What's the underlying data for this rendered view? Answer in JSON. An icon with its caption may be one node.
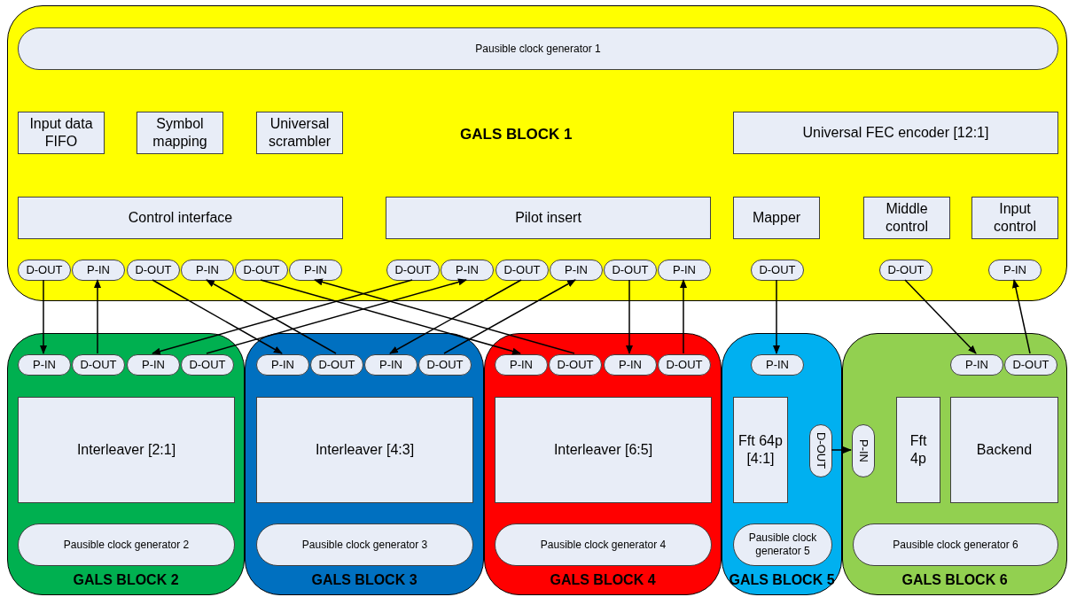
{
  "diagram": {
    "nodes": [
      {
        "text": [
          "GALS BLOCK 1"
        ]
      },
      {
        "text": [
          "Pausible clock generator 1"
        ],
        "in": 0
      },
      {
        "text": [
          "Input data FIFO"
        ],
        "in": 0
      },
      {
        "text": [
          "Symbol mapping"
        ],
        "in": 0
      },
      {
        "text": [
          "Universal scrambler"
        ],
        "in": 0
      },
      {
        "text": [
          "Universal FEC encoder [12:1]"
        ],
        "in": 0
      },
      {
        "text": [
          "Control interface"
        ],
        "in": 0
      },
      {
        "text": [
          "Pilot insert"
        ],
        "in": 0
      },
      {
        "text": [
          "Mapper"
        ],
        "in": 0
      },
      {
        "text": [
          "Middle control"
        ],
        "in": 0
      },
      {
        "text": [
          "Input control"
        ],
        "in": 0
      },
      {
        "text": [
          "D-OUT"
        ],
        "in": 0
      },
      {
        "text": [
          "P-IN"
        ],
        "in": 0
      },
      {
        "text": [
          "D-OUT"
        ],
        "in": 0
      },
      {
        "text": [
          "P-IN"
        ],
        "in": 0
      },
      {
        "text": [
          "D-OUT"
        ],
        "in": 0
      },
      {
        "text": [
          "P-IN"
        ],
        "in": 0
      },
      {
        "text": [
          "D-OUT"
        ],
        "in": 0
      },
      {
        "text": [
          "P-IN"
        ],
        "in": 0
      },
      {
        "text": [
          "D-OUT"
        ],
        "in": 0
      },
      {
        "text": [
          "P-IN"
        ],
        "in": 0
      },
      {
        "text": [
          "D-OUT"
        ],
        "in": 0
      },
      {
        "text": [
          "P-IN"
        ],
        "in": 0
      },
      {
        "text": [
          "D-OUT"
        ],
        "in": 0
      },
      {
        "text": [
          "D-OUT"
        ],
        "in": 0
      },
      {
        "text": [
          "P-IN"
        ],
        "in": 0
      },
      {
        "text": [
          "GALS BLOCK 2"
        ]
      },
      {
        "text": [
          "P-IN"
        ],
        "in": 26
      },
      {
        "text": [
          "D-OUT"
        ],
        "in": 26
      },
      {
        "text": [
          "P-IN"
        ],
        "in": 26
      },
      {
        "text": [
          "D-OUT"
        ],
        "in": 26
      },
      {
        "text": [
          "Interleaver [2:1]"
        ],
        "in": 26
      },
      {
        "text": [
          "Pausible clock generator 2"
        ],
        "in": 26
      },
      {
        "text": [
          "GALS BLOCK 3"
        ]
      },
      {
        "text": [
          "P-IN"
        ],
        "in": 33
      },
      {
        "text": [
          "D-OUT"
        ],
        "in": 33
      },
      {
        "text": [
          "P-IN"
        ],
        "in": 33
      },
      {
        "text": [
          "D-OUT"
        ],
        "in": 33
      },
      {
        "text": [
          "Interleaver [4:3]"
        ],
        "in": 33
      },
      {
        "text": [
          "Pausible clock generator 3"
        ],
        "in": 33
      },
      {
        "text": [
          "GALS BLOCK 4"
        ]
      },
      {
        "text": [
          "P-IN"
        ],
        "in": 40
      },
      {
        "text": [
          "D-OUT"
        ],
        "in": 40
      },
      {
        "text": [
          "P-IN"
        ],
        "in": 40
      },
      {
        "text": [
          "D-OUT"
        ],
        "in": 40
      },
      {
        "text": [
          "Interleaver [6:5]"
        ],
        "in": 40
      },
      {
        "text": [
          "Pausible clock generator 4"
        ],
        "in": 40
      },
      {
        "text": [
          "GALS BLOCK 5"
        ]
      },
      {
        "text": [
          "P-IN"
        ],
        "in": 47
      },
      {
        "text": [
          "Fft 64p [4:1]"
        ],
        "in": 47
      },
      {
        "text": [
          "D-OUT"
        ],
        "in": 47
      },
      {
        "text": [
          "Pausible clock generator 5"
        ],
        "in": 47
      },
      {
        "text": [
          "GALS BLOCK 6"
        ]
      },
      {
        "text": [
          "P-IN"
        ],
        "in": 52
      },
      {
        "text": [
          "D-OUT"
        ],
        "in": 52
      },
      {
        "text": [
          "P-IN"
        ],
        "in": 52
      },
      {
        "text": [
          "Fft 4p"
        ],
        "in": 52
      },
      {
        "text": [
          "Backend"
        ],
        "in": 52
      },
      {
        "text": [
          "Pausible clock generator 6"
        ],
        "in": 52
      }
    ],
    "edges": [
      {
        "from": 11,
        "to": 27,
        "arrow": "to"
      },
      {
        "from": 28,
        "to": 12,
        "arrow": "to"
      },
      {
        "from": 13,
        "to": 34,
        "arrow": "to"
      },
      {
        "from": 35,
        "to": 14,
        "arrow": "to"
      },
      {
        "from": 15,
        "to": 41,
        "arrow": "to"
      },
      {
        "from": 42,
        "to": 16,
        "arrow": "to"
      },
      {
        "from": 17,
        "to": 29,
        "arrow": "to"
      },
      {
        "from": 30,
        "to": 18,
        "arrow": "to"
      },
      {
        "from": 19,
        "to": 36,
        "arrow": "to"
      },
      {
        "from": 37,
        "to": 20,
        "arrow": "to"
      },
      {
        "from": 21,
        "to": 43,
        "arrow": "to"
      },
      {
        "from": 44,
        "to": 22,
        "arrow": "to"
      },
      {
        "from": 23,
        "to": 48,
        "arrow": "to"
      },
      {
        "from": 24,
        "to": 53,
        "arrow": "to"
      },
      {
        "from": 54,
        "to": 25,
        "arrow": "to"
      },
      {
        "from": 50,
        "to": 55,
        "arrow": "to"
      }
    ]
  }
}
